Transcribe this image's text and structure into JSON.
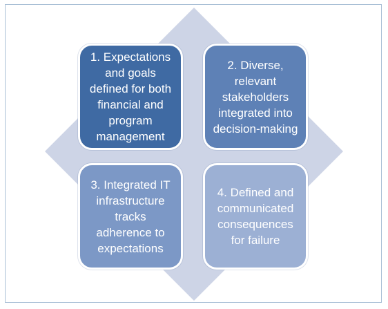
{
  "diagram": {
    "colors": {
      "background_diamond": "#cdd4e6",
      "tile_1": "#3f6aa3",
      "tile_2": "#5e81b6",
      "tile_3": "#7c98c6",
      "tile_4": "#9cb0d4",
      "frame_border": "#a9bfd6"
    },
    "tiles": [
      {
        "text": "1. Expectations and goals defined for both financial and program management"
      },
      {
        "text": "2. Diverse, relevant stakeholders integrated into decision-making"
      },
      {
        "text": "3. Integrated IT infrastructure tracks adherence to expectations"
      },
      {
        "text": "4. Defined and communicated consequences for failure"
      }
    ]
  }
}
